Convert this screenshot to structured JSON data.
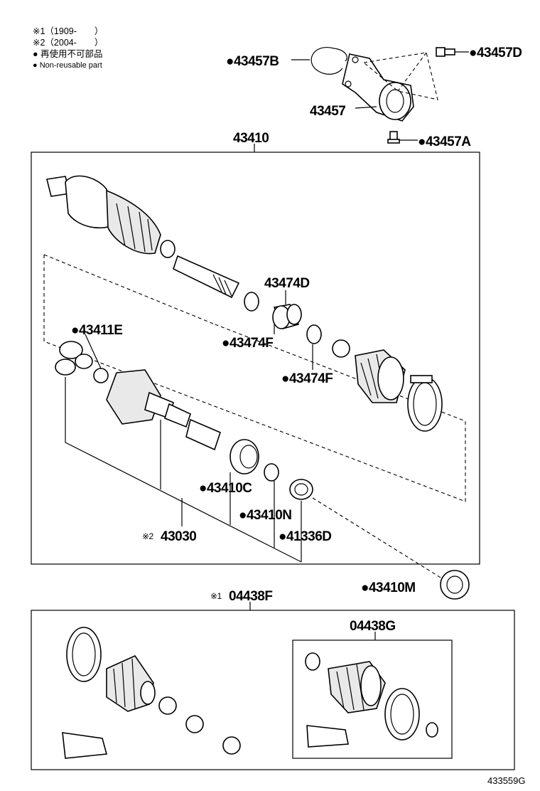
{
  "legend": {
    "note1": "※1（1909-　　）",
    "note2": "※2（2004-　　）",
    "nonreusable_jp": "● 再使用不可部品",
    "nonreusable_en": "● Non-reusable part"
  },
  "labels": {
    "p43457B": "●43457B",
    "p43457D": "●43457D",
    "p43457": "43457",
    "p43457A": "●43457A",
    "p43410": "43410",
    "p43474D": "43474D",
    "p43411E": "●43411E",
    "p43474F_a": "●43474F",
    "p43474F_b": "●43474F",
    "p43410C": "●43410C",
    "p43410N": "●43410N",
    "p41336D": "●41336D",
    "p43030_mark": "※2",
    "p43030": "43030",
    "p43410M": "●43410M",
    "p04438F_mark": "※1",
    "p04438F": "04438F",
    "p04438G": "04438G"
  },
  "figure_ref": "433559G"
}
